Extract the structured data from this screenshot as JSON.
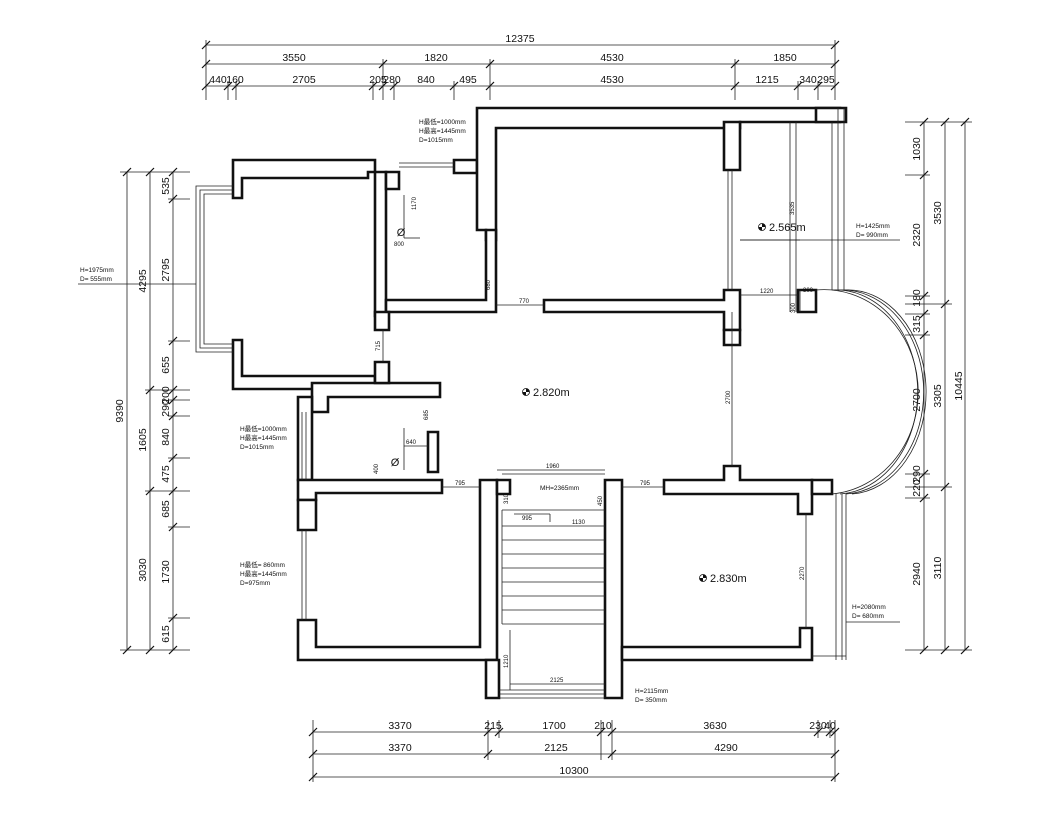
{
  "dims": {
    "top_total": "12375",
    "top_row1": [
      "3550",
      "1820",
      "4530",
      "1850"
    ],
    "top_row2": [
      "440",
      "160",
      "2705",
      "205",
      "280",
      "840",
      "495",
      "4530",
      "1215",
      "340",
      "295"
    ],
    "bottom_row1": [
      "3370",
      "215",
      "1700",
      "210",
      "3630",
      "230",
      "40"
    ],
    "bottom_row2": [
      "3370",
      "2125",
      "4290"
    ],
    "bottom_total": "10300",
    "left_total": "9390",
    "left_row1": [
      "4295",
      "1605",
      "3030"
    ],
    "left_row2": [
      "535",
      "2795",
      "655",
      "200",
      "290",
      "840",
      "475",
      "685",
      "1730",
      "615"
    ],
    "right_total": "10445",
    "right_row1": [
      "3530",
      "3305",
      "3110"
    ],
    "right_row2": [
      "1030",
      "2320",
      "180",
      "315",
      "2700",
      "290",
      "220",
      "2940"
    ]
  },
  "levels": {
    "upper_right": "2.565m",
    "center": "2.820m",
    "lower_right": "2.830m"
  },
  "notes": {
    "window_top": [
      "H最低=1000mm",
      "H最高=1445mm",
      "D=1015mm"
    ],
    "window_left_mid": [
      "H最低=1000mm",
      "H最高=1445mm",
      "D=1015mm"
    ],
    "window_left_low": [
      "H最低= 860mm",
      "H最高=1445mm",
      "D=975mm"
    ],
    "window_left_top": [
      "H=1975mm",
      "D= 555mm"
    ],
    "window_right_top": [
      "H=1425mm",
      "D= 990mm"
    ],
    "window_right_low": [
      "H=2080mm",
      "D= 680mm"
    ],
    "window_bottom": [
      "H=2115mm",
      "D= 350mm"
    ],
    "stair": "MH=2365mm"
  },
  "small_dims": [
    "1170",
    "800",
    "680",
    "770",
    "715",
    "1220",
    "300",
    "300",
    "3535",
    "2700",
    "685",
    "640",
    "400",
    "795",
    "1960",
    "310",
    "995",
    "1130",
    "450",
    "795",
    "2270",
    "1210",
    "2125"
  ]
}
